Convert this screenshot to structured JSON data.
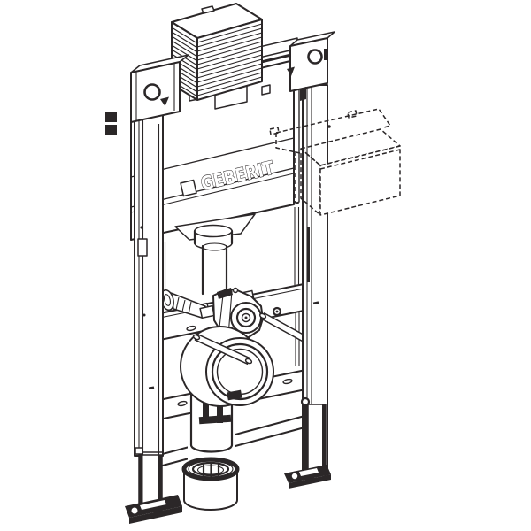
{
  "illustration": {
    "brand_label": "GEBERIT",
    "subject": "Wall-mounted WC installation frame with concealed cistern (exploded protection box shown dashed)",
    "style": "black line art on white",
    "colors": {
      "line": "#2b2728",
      "background": "#ffffff",
      "fill": "#ffffff"
    },
    "components": [
      "ribbed-protection-cover",
      "top-cross-bar",
      "wall-anchor-bracket-left",
      "wall-anchor-bracket-right",
      "concealed-cistern",
      "geberit-logo",
      "flush-plate-opening",
      "exploded-protection-box-dashed",
      "water-supply-connection",
      "flush-pipe",
      "flush-bend",
      "upper-cross-member",
      "wc-fixing-studs",
      "drain-connector",
      "lower-cross-member",
      "bottom-cross-member",
      "outlet-pipe",
      "drain-socket",
      "left-rail",
      "right-rail",
      "adjustable-foot-left",
      "adjustable-foot-right"
    ]
  }
}
